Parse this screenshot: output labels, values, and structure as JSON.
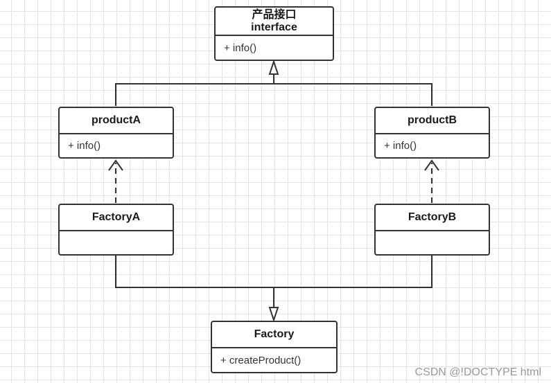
{
  "classes": {
    "interface": {
      "name_line1": "产品接口",
      "name_line2": "interface",
      "method": "+ info()"
    },
    "productA": {
      "name": "productA",
      "method": "+ info()"
    },
    "productB": {
      "name": "productB",
      "method": "+ info()"
    },
    "factoryA": {
      "name": "FactoryA",
      "method": ""
    },
    "factoryB": {
      "name": "FactoryB",
      "method": ""
    },
    "factory": {
      "name": "Factory",
      "method": "+ createProduct()"
    }
  },
  "relationships": [
    {
      "from": "productA",
      "to": "interface",
      "kind": "generalization"
    },
    {
      "from": "productB",
      "to": "interface",
      "kind": "generalization"
    },
    {
      "from": "factoryA",
      "to": "productA",
      "kind": "dependency"
    },
    {
      "from": "factoryB",
      "to": "productB",
      "kind": "dependency"
    },
    {
      "from": "factoryA",
      "to": "factory",
      "kind": "generalization"
    },
    {
      "from": "factoryB",
      "to": "factory",
      "kind": "generalization"
    }
  ],
  "colors": {
    "stroke": "#333333",
    "grid": "#e4e4e4",
    "watermark": "#9a9a9a"
  },
  "watermark": "CSDN @!DOCTYPE html"
}
